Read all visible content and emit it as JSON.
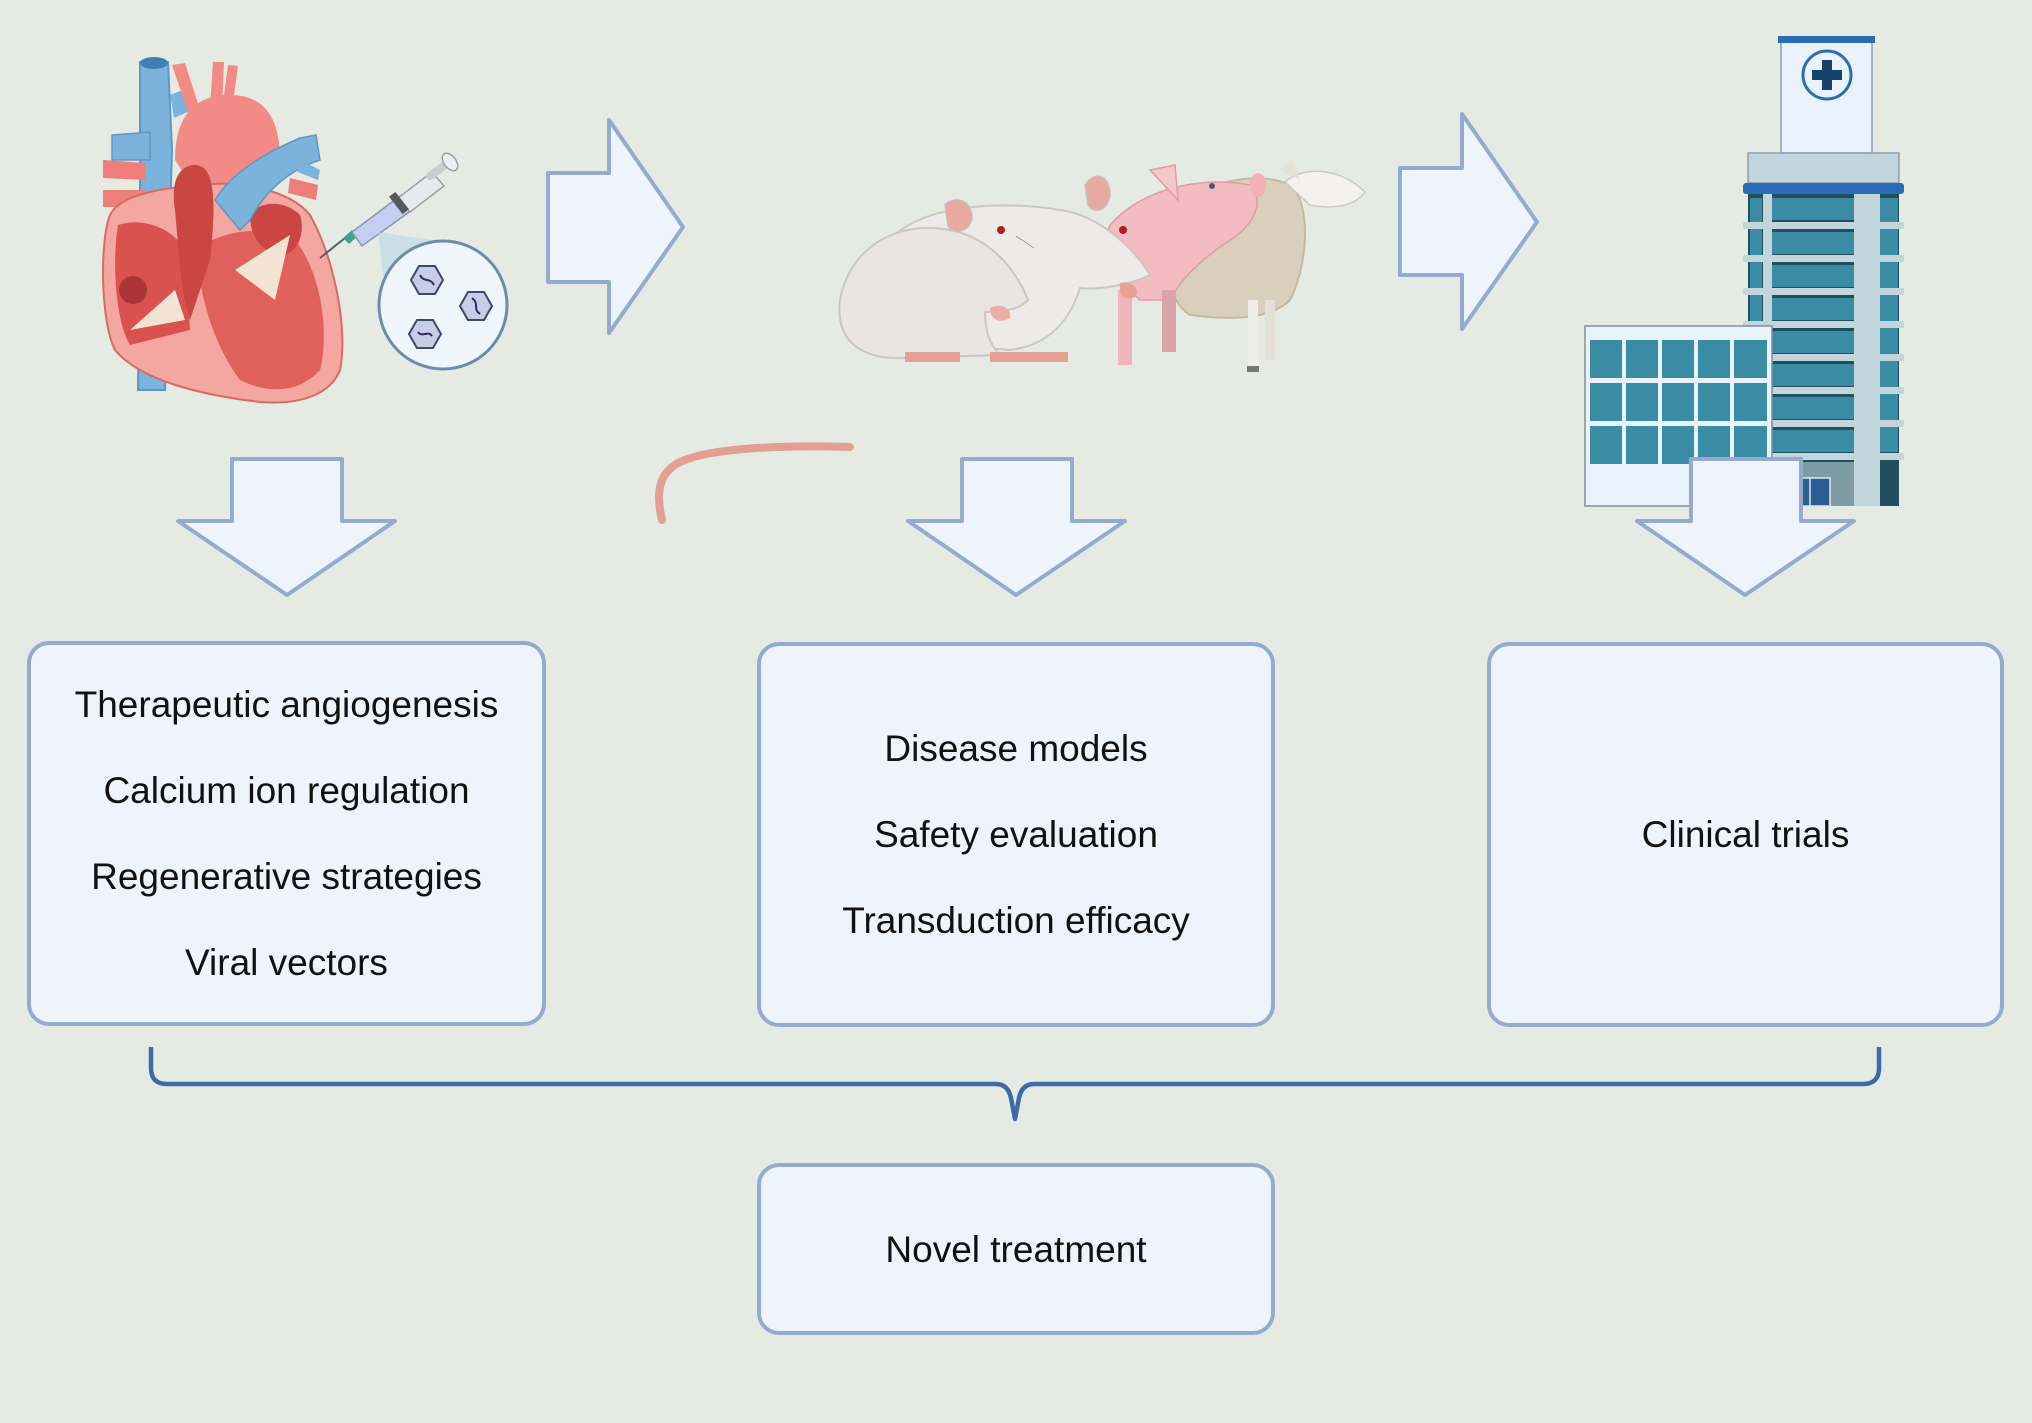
{
  "figure": {
    "stages": [
      {
        "id": "basic-research",
        "illustration": "heart-with-viral-vector-injection",
        "items": [
          "Therapeutic angiogenesis",
          "Calcium ion regulation",
          "Regenerative strategies",
          "Viral vectors"
        ]
      },
      {
        "id": "preclinical",
        "illustration": "animal-models-rat-mouse-pig-sheep",
        "items": [
          "Disease models",
          "Safety evaluation",
          "Transduction efficacy"
        ]
      },
      {
        "id": "clinical",
        "illustration": "hospital-building",
        "items": [
          "Clinical trials"
        ]
      }
    ],
    "outcome": {
      "label": "Novel treatment"
    },
    "connectors": {
      "horizontal_arrows": 2,
      "down_arrows": 3,
      "brace": "curly-brace-merging-to-outcome"
    }
  },
  "colors": {
    "background": "#e5eae3",
    "box_fill": "#edf4fc",
    "box_border": "#94aacf",
    "arrow_fill": "#edf4fc",
    "arrow_stroke": "#94aacf",
    "brace": "#3d6aa8",
    "text": "#111111"
  }
}
